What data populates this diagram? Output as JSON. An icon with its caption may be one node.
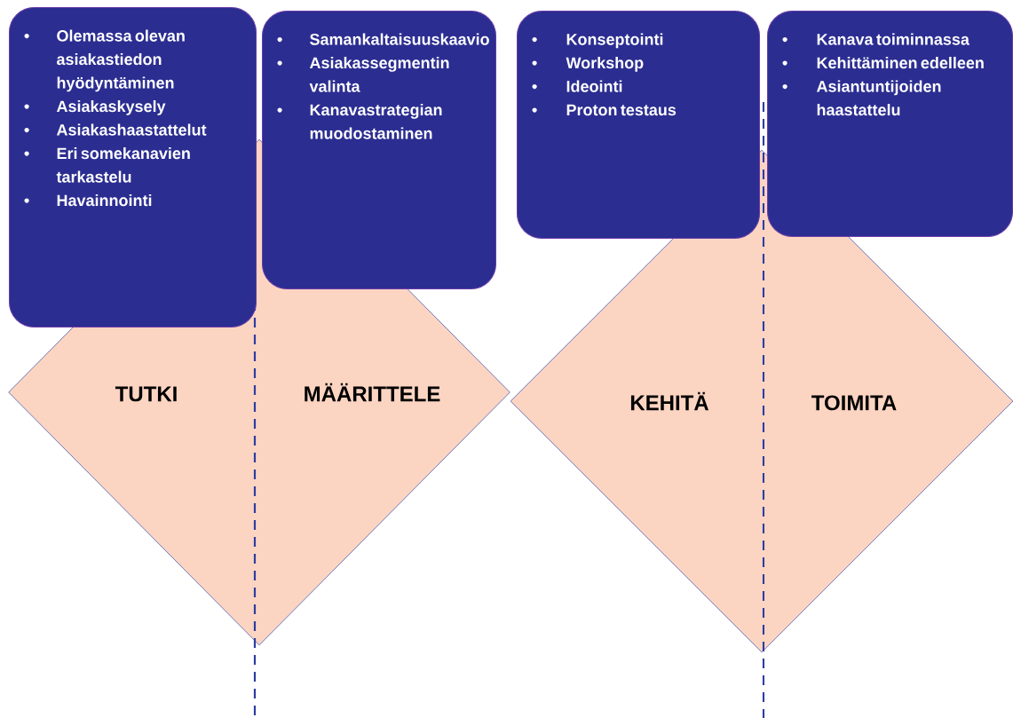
{
  "diagram": {
    "nodes": [
      {
        "text": [
          "Olemassa olevan asiakastiedon hyödyntäminen",
          "Asiakaskysely",
          "Asiakashaastattelut",
          "Eri somekanavien tarkastelu",
          "Havainnointi"
        ]
      },
      {
        "text": [
          "Samankaltaisuuskaavio",
          "Asiakassegmentin valinta",
          "Kanavastrategian muodostaminen"
        ]
      },
      {
        "text": [
          "Konseptointi",
          "Workshop",
          "Ideointi",
          "Proton testaus"
        ]
      },
      {
        "text": [
          "Kanava toiminnassa",
          "Kehittäminen edelleen",
          "Asiantuntijoiden haastattelu"
        ]
      },
      {
        "text": [
          "TUTKI",
          "MÄÄRITTELE"
        ]
      },
      {
        "text": [
          "KEHITÄ",
          "TOIMITA"
        ]
      }
    ]
  }
}
